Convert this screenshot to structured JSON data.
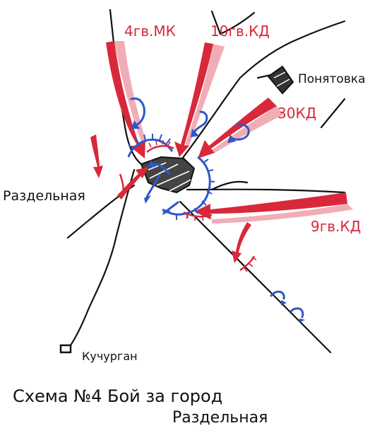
{
  "colors": {
    "soviet": "#d8283a",
    "soviet_shade": "#e46a78",
    "enemy": "#2f57c8",
    "ink": "#111111",
    "paper": "#ffffff"
  },
  "units": {
    "gv_mk_4": "4гв.МК",
    "gv_kd_10": "10гв.КД",
    "kd_30": "30КД",
    "gv_kd_9": "9гв.КД"
  },
  "places": {
    "razdelnaya": "Раздельная",
    "ponyatovka": "Понятовка",
    "kuchurgan": "Кучурган"
  },
  "caption": {
    "line1": "Схема №4 Бой за город",
    "line2": "Раздельная"
  }
}
